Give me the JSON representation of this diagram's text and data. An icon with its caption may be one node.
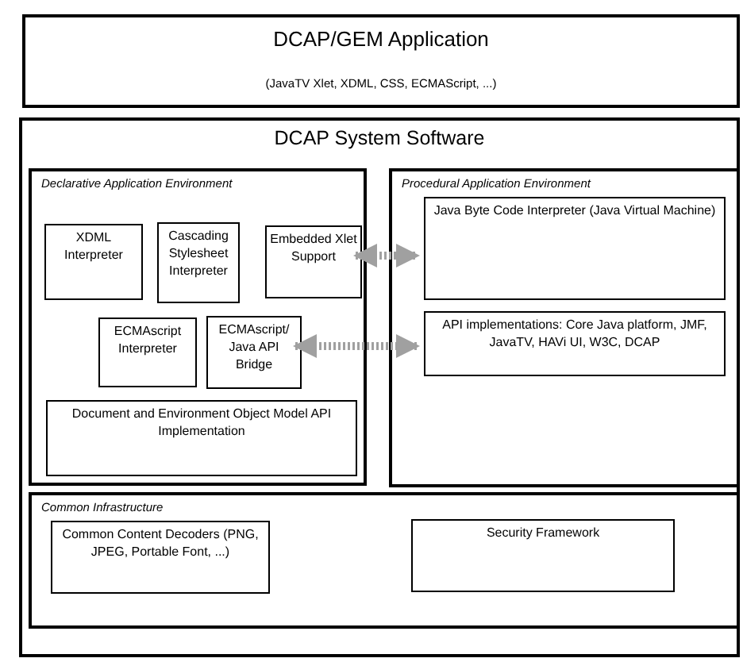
{
  "diagram": {
    "nodes": [
      {
        "text": [
          "DCAP/GEM Application",
          "(JavaTV Xlet, XDML, CSS, ECMAScript, ...)"
        ]
      },
      {
        "text": [
          "DCAP System Software"
        ]
      },
      {
        "text": [
          "Declarative Application Environment"
        ],
        "in": 1
      },
      {
        "text": [
          "XDML Interpreter"
        ],
        "in": 2
      },
      {
        "text": [
          "Cascading Stylesheet Interpreter"
        ],
        "in": 2
      },
      {
        "text": [
          "Embedded Xlet Support"
        ],
        "in": 2
      },
      {
        "text": [
          "ECMAscript Interpreter"
        ],
        "in": 2
      },
      {
        "text": [
          "ECMAscript/ Java API Bridge"
        ],
        "in": 2
      },
      {
        "text": [
          "Document and Environment Object Model API Implementation"
        ],
        "in": 2
      },
      {
        "text": [
          "Procedural Application Environment"
        ],
        "in": 1
      },
      {
        "text": [
          "Java Byte Code Interpreter (Java Virtual Machine)"
        ],
        "in": 9
      },
      {
        "text": [
          "API implementations: Core Java platform, JMF, JavaTV, HAVi UI, W3C, DCAP"
        ],
        "in": 9
      },
      {
        "text": [
          "Common Infrastructure"
        ],
        "in": 1
      },
      {
        "text": [
          "Common Content Decoders (PNG, JPEG, Portable Font, ...)"
        ],
        "in": 12
      },
      {
        "text": [
          "Security Framework"
        ],
        "in": 12
      }
    ],
    "edges": [
      {
        "from": 5,
        "to": 10,
        "arrow": "both",
        "style": "dashed",
        "color": "#a0a0a0"
      },
      {
        "from": 7,
        "to": 11,
        "arrow": "both",
        "style": "dashed",
        "color": "#a0a0a0"
      }
    ]
  }
}
